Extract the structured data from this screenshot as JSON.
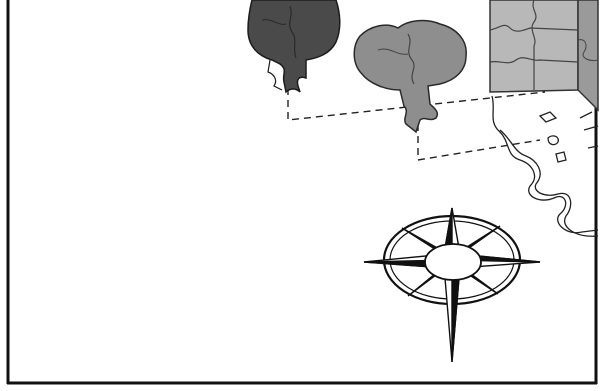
{
  "illustration": {
    "colors": {
      "frame": "#111111",
      "dark_tree": "#4a4a4a",
      "light_tree": "#8e8e8e",
      "box_face": "#b8b8b8",
      "box_side": "#9a9a9a",
      "outline": "#222222",
      "background": "#ffffff"
    },
    "icons": [
      "dark-puzzle-tree",
      "light-puzzle-tree",
      "puzzle-box",
      "puzzle-base-piece",
      "compass-rose"
    ]
  }
}
